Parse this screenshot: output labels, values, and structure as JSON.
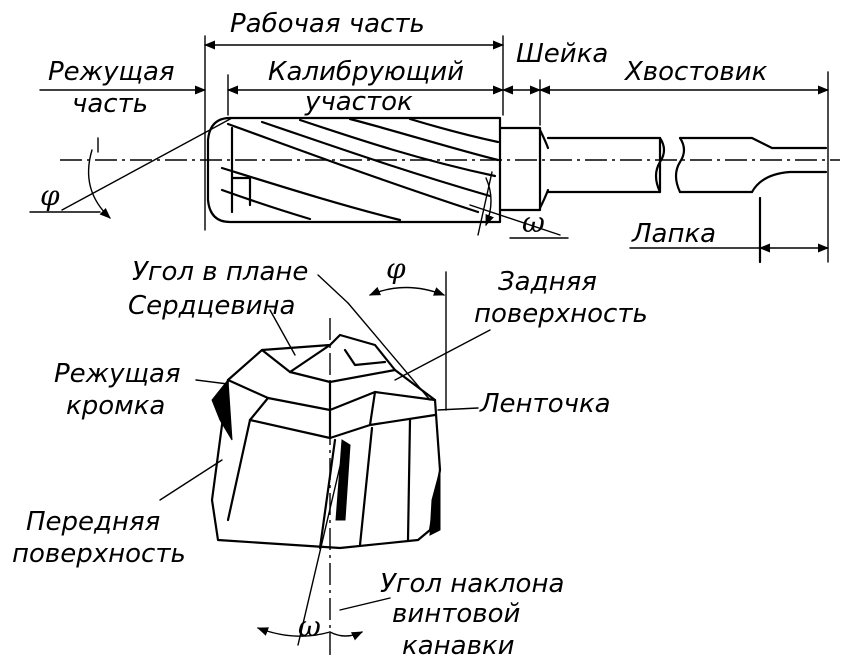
{
  "labels": {
    "working_part": "Рабочая часть",
    "cutting_part_1": "Режущая",
    "cutting_part_2": "часть",
    "calibrating_1": "Калибрующий",
    "calibrating_2": "участок",
    "neck": "Шейка",
    "shank": "Хвостовик",
    "tang": "Лапка",
    "omega_top": "ω",
    "phi_top": "φ",
    "plan_angle": "Угол в плане",
    "core": "Сердцевина",
    "phi_bottom": "φ",
    "flank_1": "Задняя",
    "flank_2": "поверхность",
    "cutting_edge_1": "Режущая",
    "cutting_edge_2": "кромка",
    "margin": "Ленточка",
    "rake_1": "Передняя",
    "rake_2": "поверхность",
    "helix_1": "Угол наклона",
    "helix_2": "винтовой",
    "helix_3": "канавки",
    "omega_bottom": "ω"
  }
}
